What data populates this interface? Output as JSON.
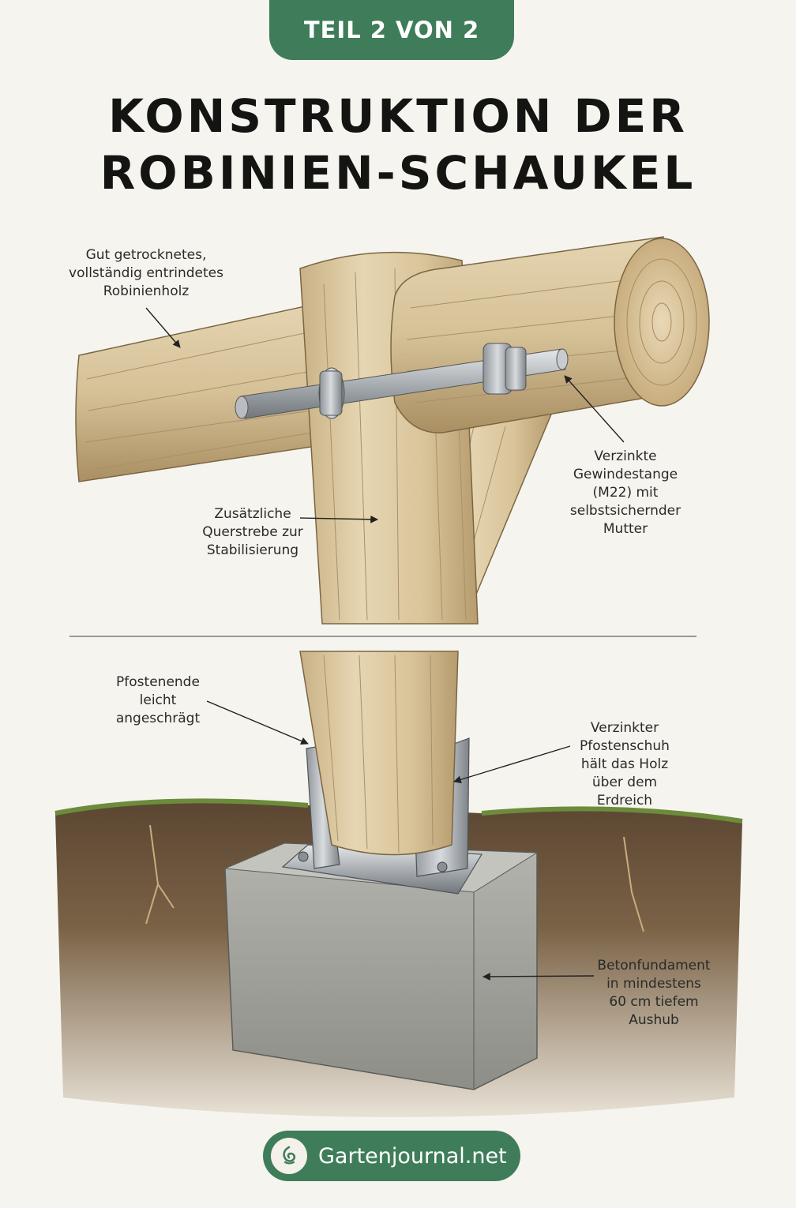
{
  "badge": "TEIL 2 VON 2",
  "title": {
    "line1": "KONSTRUKTION DER",
    "line2": "ROBINIEN-SCHAUKEL"
  },
  "labels": {
    "wood": "Gut getrocknetes,\nvollständig entrindetes\nRobinienholz",
    "rod": "Verzinkte\nGewindestange\n(M22) mit\nselbstsichernder\nMutter",
    "brace": "Zusätzliche\nQuerstrebe zur\nStabilisierung",
    "post_end": "Pfostenende\nleicht\nangeschrägt",
    "post_shoe": "Verzinkter\nPfostenschuh\nhält das Holz\nüber dem\nErdreich",
    "foundation": "Betonfundament\nin mindestens\n60 cm tiefem\nAushub"
  },
  "brand": {
    "name": "Gartenjournal.net",
    "icon": "leaf-logo-icon"
  },
  "colors": {
    "accent_green": "#3f7d5a",
    "wood": "#dcc9a0",
    "metal": "#a9aeb2",
    "concrete": "#a2a29c",
    "soil": "#6e5840"
  }
}
